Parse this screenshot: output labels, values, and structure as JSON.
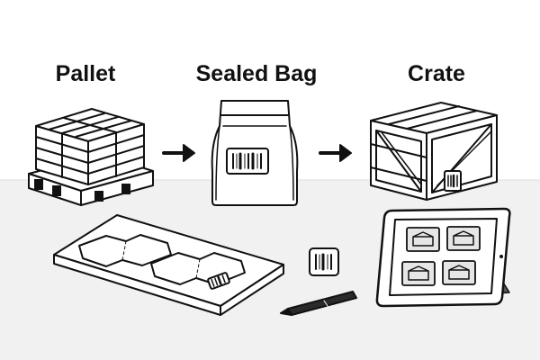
{
  "labels": {
    "pallet": "Pallet",
    "sealed_bag": "Sealed Bag",
    "crate": "Crate"
  },
  "icons": [
    "pallet-icon",
    "arrow-right-icon",
    "sealed-bag-icon",
    "barcode-icon",
    "crate-icon",
    "die-cut-sheet-icon",
    "barcode-label-icon",
    "pen-icon",
    "tablet-icon"
  ],
  "colors": {
    "ink": "#111111",
    "background_top": "#ffffff",
    "background_band": "#f1f1f1"
  }
}
